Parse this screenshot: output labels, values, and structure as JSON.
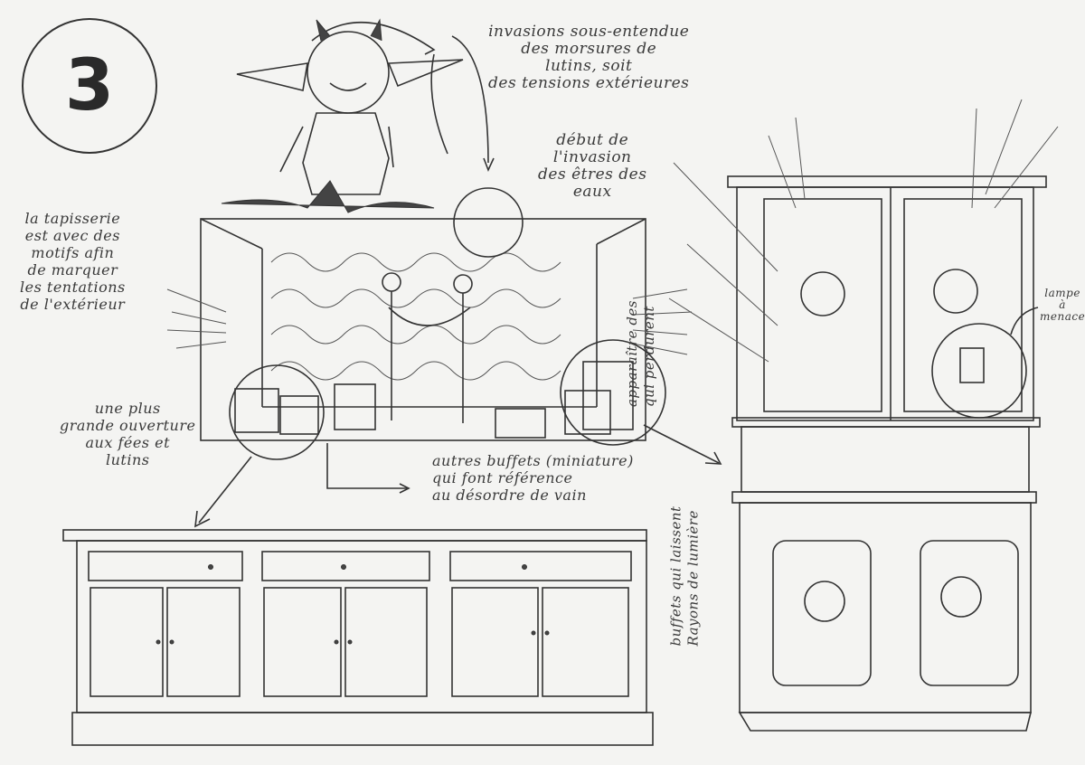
{
  "page_number": "3",
  "annotations": {
    "invasion": "invasions sous-entendue\ndes morsures de\nlutins, soit\ndes tensions extérieures",
    "debut": "début de\nl'invasion\ndes êtres des\neaux",
    "tapisserie": "la tapisserie\nest avec des\nmotifs afin\nde marquer\nles tentations\nde l'extérieur",
    "ouverture": "une plus\ngrande ouverture\naux fées et\nlutins",
    "autres_buffets": "autres buffets (miniature)\nqui font référence\nau désordre de vain",
    "apparaitre": "apparaître des\nqui perdurent",
    "buffets_lumiere": "buffets qui laissent\nRayons de lumière",
    "lampe": "lampe\nà\nmenace"
  }
}
